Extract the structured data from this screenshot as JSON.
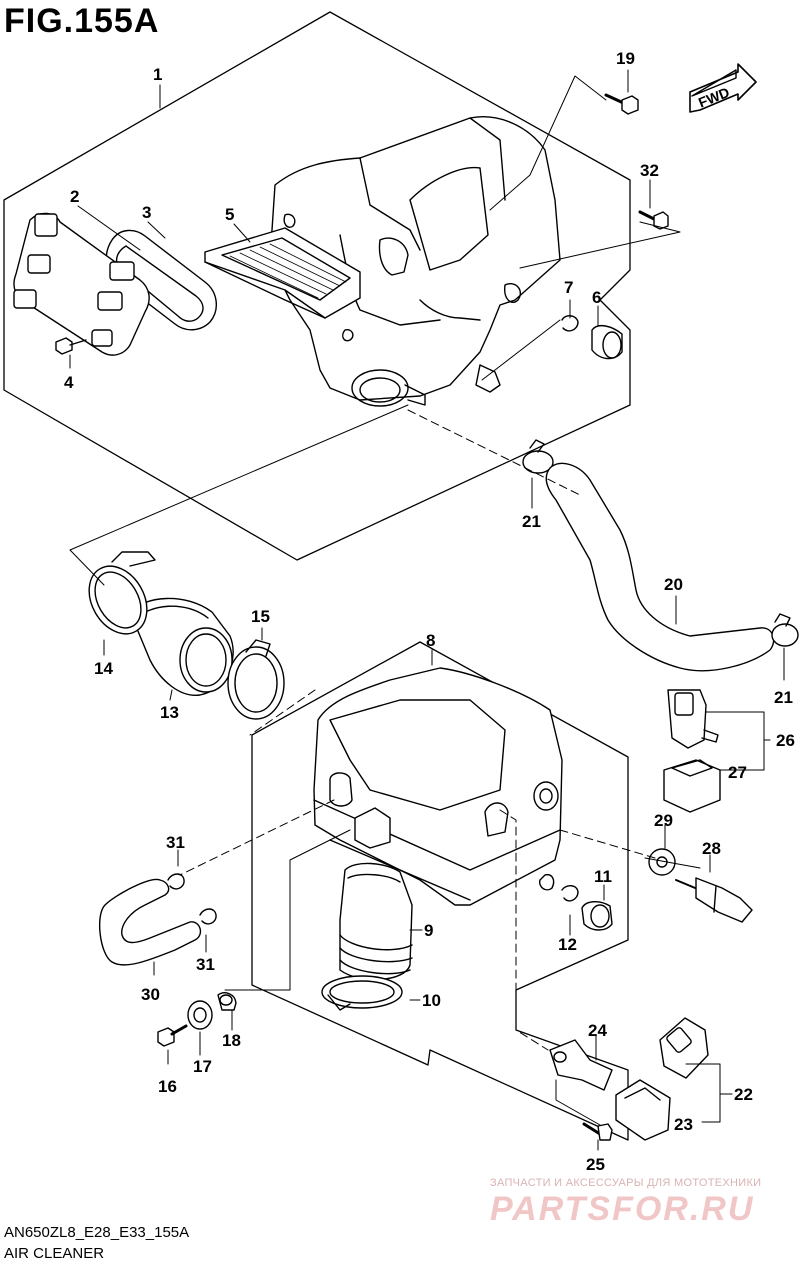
{
  "figure": {
    "title": "FIG.155A",
    "model_code": "AN650ZL8_E28_E33_155A",
    "caption": "AIR CLEANER",
    "direction_badge": "FWD"
  },
  "callouts": {
    "p1": "1",
    "p2": "2",
    "p3": "3",
    "p4": "4",
    "p5": "5",
    "p6": "6",
    "p7": "7",
    "p8": "8",
    "p9": "9",
    "p10": "10",
    "p11": "11",
    "p12": "12",
    "p13": "13",
    "p14": "14",
    "p15": "15",
    "p16": "16",
    "p17": "17",
    "p18": "18",
    "p19": "19",
    "p20": "20",
    "p21a": "21",
    "p21b": "21",
    "p22": "22",
    "p23": "23",
    "p24": "24",
    "p25": "25",
    "p26": "26",
    "p27": "27",
    "p28": "28",
    "p29": "29",
    "p30": "30",
    "p31a": "31",
    "p31b": "31",
    "p32": "32"
  },
  "watermark": {
    "tagline": "ЗАПЧАСТИ И АКСЕССУАРЫ ДЛЯ МОТОТЕХНИКИ",
    "logo": "PARTSFOR.RU"
  }
}
